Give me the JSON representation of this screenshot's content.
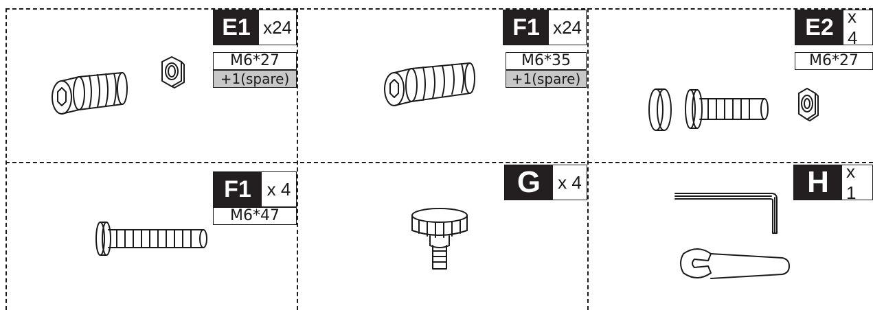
{
  "parts": [
    {
      "code": "E1",
      "qty": "x24",
      "spec": "M6*27",
      "spare": "+1(spare)",
      "icons": [
        "socket-cap-screw",
        "hex-nut"
      ]
    },
    {
      "code": "F1",
      "qty": "x24",
      "spec": "M6*35",
      "spare": "+1(spare)",
      "icons": [
        "socket-cap-screw"
      ]
    },
    {
      "code": "E2",
      "qty": "x 4",
      "spec": "M6*27",
      "spare": "",
      "icons": [
        "washer",
        "flange-screw",
        "hex-nut"
      ]
    },
    {
      "code": "F1",
      "qty": "x 4",
      "spec": "M6*47",
      "spare": "",
      "icons": [
        "flange-screw"
      ]
    },
    {
      "code": "G",
      "qty": "x 4",
      "spec": "",
      "spare": "",
      "icons": [
        "thumb-screw"
      ]
    },
    {
      "code": "H",
      "qty": "x 1",
      "spec": "",
      "spare": "",
      "icons": [
        "allen-key",
        "open-wrench"
      ]
    }
  ]
}
